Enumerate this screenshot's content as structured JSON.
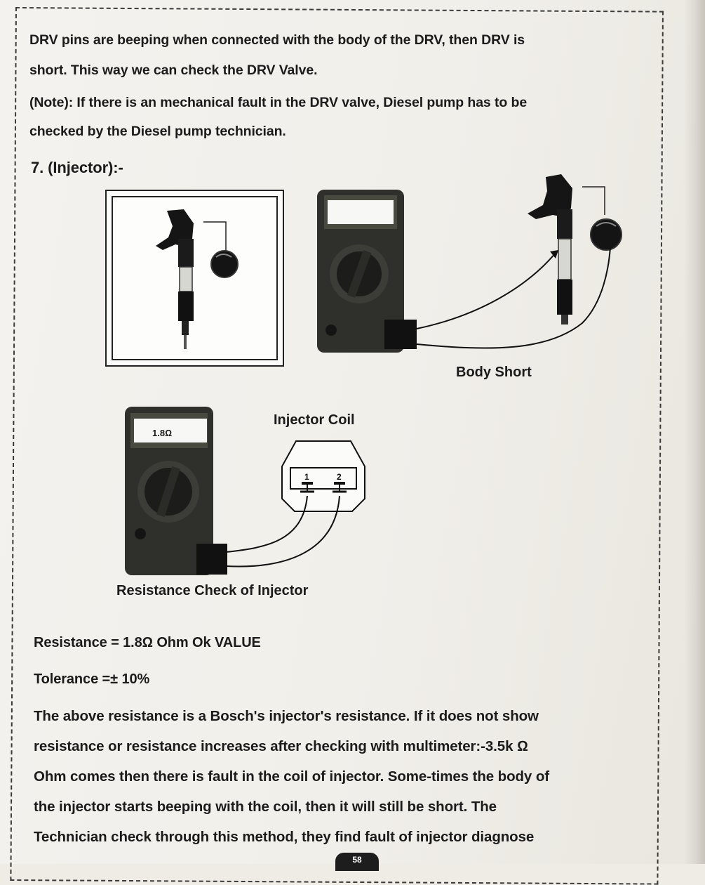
{
  "paragraph_1": {
    "line_1": "DRV pins are beeping  when connected with the body of the DRV, then DRV is",
    "line_2": "short. This way we can check the DRV Valve."
  },
  "note": {
    "line_1": "(Note): If there is an mechanical fault in the DRV valve, Diesel pump has to be",
    "line_2": "checked by the Diesel pump technician."
  },
  "section_heading": "7. (Injector):-",
  "figure": {
    "body_short_caption": "Body Short",
    "injector_coil_caption": "Injector Coil",
    "meter_reading": "1.8Ω",
    "pin_1": "1",
    "pin_2": "2",
    "resistance_check_caption": "Resistance Check of Injector"
  },
  "specs": {
    "resistance": "Resistance  =  1.8Ω  Ohm  Ok VALUE",
    "tolerance": "Tolerance  =± 10%"
  },
  "paragraph_2": {
    "line_1": "The above resistance is a Bosch's injector's resistance. If it does not show",
    "line_2": "resistance or resistance increases after checking with multimeter:-3.5k Ω",
    "line_3": "Ohm comes then there is fault in the coil of injector. Some-times the body of",
    "line_4": "the injector starts beeping with the coil, then  it will still be short. The",
    "line_5": "Technician check through  this  method, they find fault of injector diagnose"
  },
  "page_number": "58",
  "colors": {
    "paper": "#f1efea",
    "ink": "#1b1b1b",
    "meter_body": "#2f302c",
    "display": "#f7f7f5"
  }
}
